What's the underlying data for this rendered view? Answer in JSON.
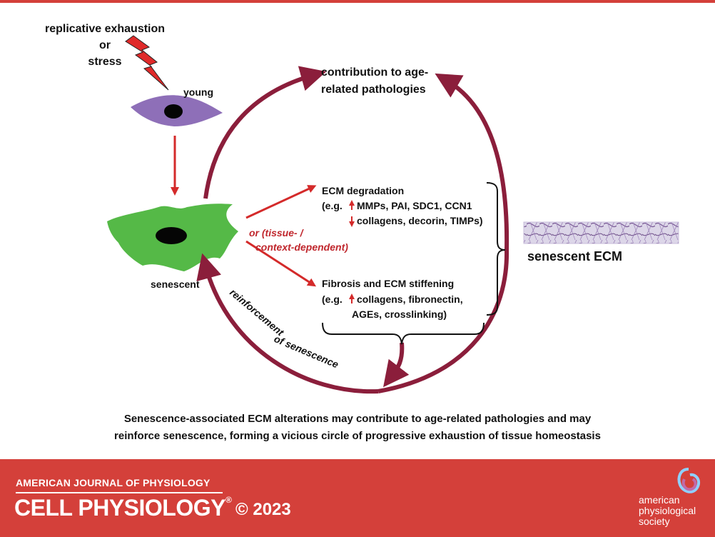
{
  "stressor": {
    "line1": "replicative exhaustion",
    "line2": "or",
    "line3": "stress"
  },
  "cells": {
    "young_label": "young",
    "senescent_label": "senescent"
  },
  "pathologies": {
    "line1": "contribution to age-",
    "line2": "related pathologies"
  },
  "degradation": {
    "title": "ECM degradation",
    "up_line": "MMPs, PAI, SDC1, CCN1",
    "up_prefix": "(e.g.",
    "down_line": "collagens, decorin, TIMPs)"
  },
  "context": {
    "line1": "or (tissue- /",
    "line2": "context-dependent)"
  },
  "fibrosis": {
    "title": "Fibrosis and ECM stiffening",
    "up_prefix": "(e.g.",
    "up_line": "collagens, fibronectin,",
    "line3": "AGEs, crosslinking)"
  },
  "senescent_ecm_label": "senescent ECM",
  "reinforcement": {
    "word1": "reinforcement",
    "word2": "of senescence"
  },
  "caption": {
    "line1": "Senescence-associated ECM alterations may contribute to age-related pathologies and may",
    "line2": "reinforce senescence, forming a vicious circle of progressive exhaustion of tissue homeostasis"
  },
  "footer": {
    "journal_top": "AMERICAN JOURNAL OF PHYSIOLOGY",
    "journal_name": "CELL PHYSIOLOGY",
    "registered": "®",
    "copyright": "© 2023",
    "publisher_line1": "american",
    "publisher_line2": "physiological",
    "publisher_line3": "society"
  },
  "colors": {
    "cycle_arrow": "#8b1e3b",
    "red_arrow": "#d42a2a",
    "young_cell": "#8e6fb8",
    "senescent_cell": "#55b947",
    "footer_band": "#d4403a",
    "lightning": "#e02a2a"
  }
}
